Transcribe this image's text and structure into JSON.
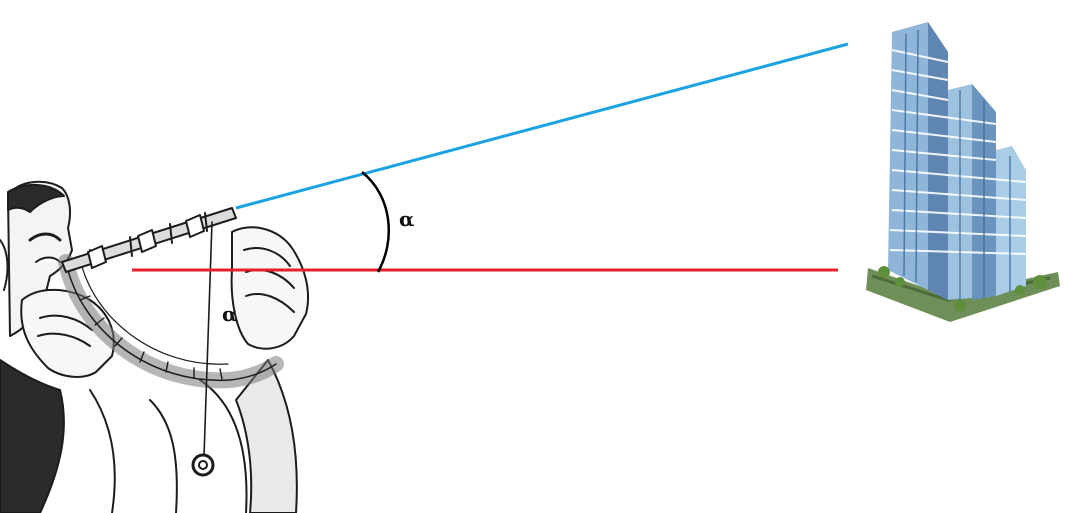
{
  "diagram": {
    "angle_symbol": "α",
    "angle_symbol_instrument": "α",
    "colors": {
      "line_of_sight": "#1aa3e0",
      "horizontal": "#e3202b",
      "angle_arc": "#000000"
    },
    "icons": {
      "observer": "observer-with-clinometer-illustration",
      "building": "high-rise-building-icon"
    }
  }
}
